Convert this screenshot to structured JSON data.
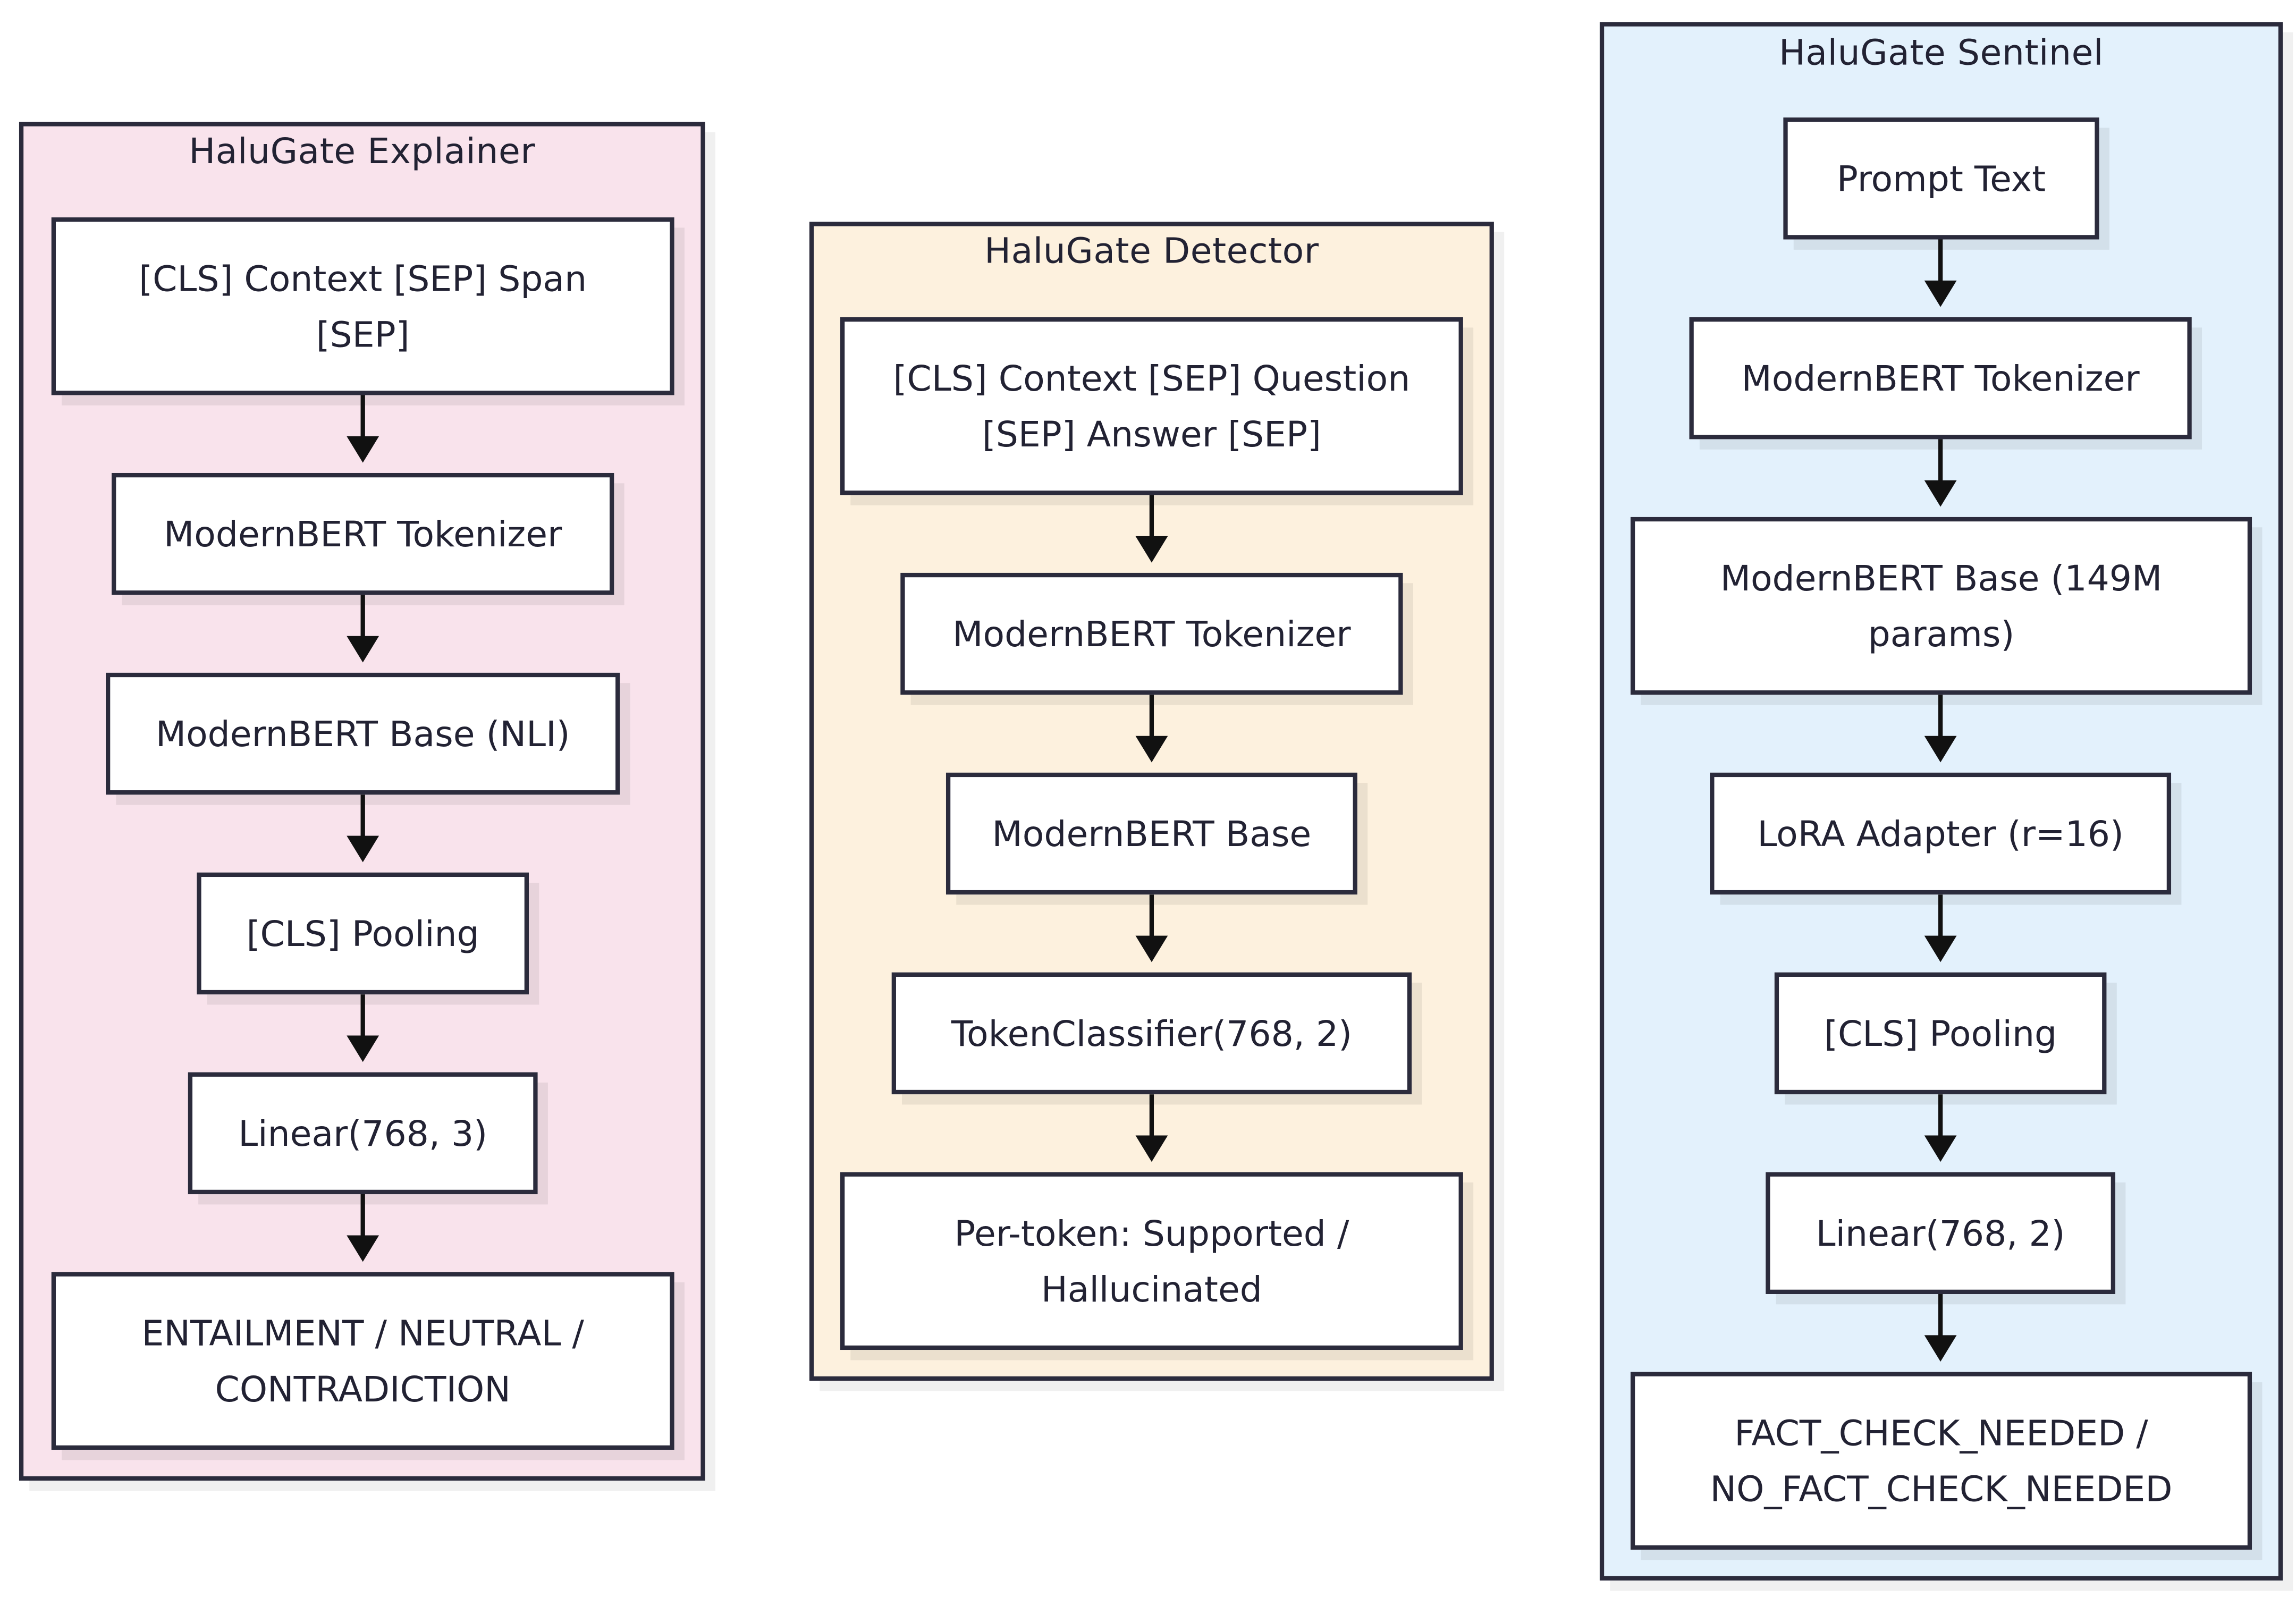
{
  "panels": {
    "explainer": {
      "title": "HaluGate Explainer",
      "nodes": [
        "[CLS] Context [SEP] Span [SEP]",
        "ModernBERT Tokenizer",
        "ModernBERT Base (NLI)",
        "[CLS] Pooling",
        "Linear(768, 3)",
        "ENTAILMENT / NEUTRAL / CONTRADICTION"
      ]
    },
    "detector": {
      "title": "HaluGate Detector",
      "nodes": [
        "[CLS] Context [SEP] Question [SEP] Answer [SEP]",
        "ModernBERT Tokenizer",
        "ModernBERT Base",
        "TokenClassifier(768, 2)",
        "Per-token: Supported / Hallucinated"
      ]
    },
    "sentinel": {
      "title": "HaluGate Sentinel",
      "nodes": [
        "Prompt Text",
        "ModernBERT Tokenizer",
        "ModernBERT Base (149M params)",
        "LoRA Adapter (r=16)",
        "[CLS] Pooling",
        "Linear(768, 2)",
        "FACT_CHECK_NEEDED / NO_FACT_CHECK_NEEDED"
      ]
    }
  },
  "colors": {
    "explainer_bg": "#f9e3ec",
    "detector_bg": "#fdf1de",
    "sentinel_bg": "#e3f1fc",
    "stroke": "#2b2b3c"
  }
}
